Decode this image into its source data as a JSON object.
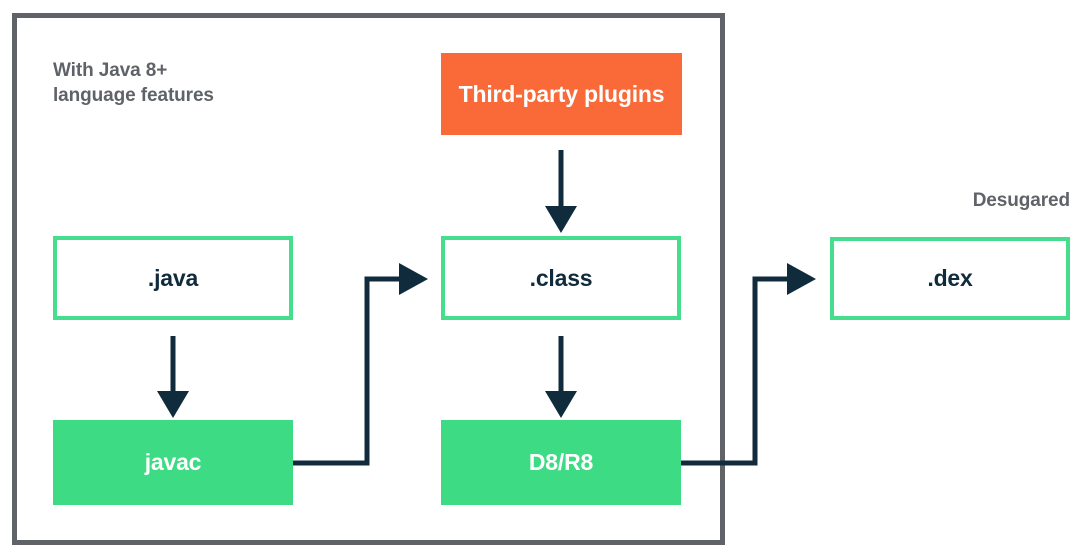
{
  "diagram": {
    "title_caption": "With Java 8+\nlanguage features",
    "side_caption": "Desugared",
    "colors": {
      "group_border": "#5F6368",
      "outline_node_border": "#46DD8C",
      "filled_green": "#3DDC84",
      "filled_orange": "#F96A38",
      "arrow_navy": "#102B3C",
      "caption_grey": "#5F6368",
      "node_text_dark": "#102B3C",
      "node_text_light": "#FFFFFF"
    },
    "nodes": {
      "plugins": "Third-party plugins",
      "java": ".java",
      "javac": "javac",
      "class": ".class",
      "d8r8": "D8/R8",
      "dex": ".dex"
    },
    "edges": [
      {
        "name": "plugins-to-class",
        "from": "Third-party plugins",
        "to": ".class",
        "style": "straight-down"
      },
      {
        "name": "java-to-javac",
        "from": ".java",
        "to": "javac",
        "style": "straight-down"
      },
      {
        "name": "javac-to-class",
        "from": "javac",
        "to": ".class",
        "style": "elbow-up-right"
      },
      {
        "name": "class-to-d8r8",
        "from": ".class",
        "to": "D8/R8",
        "style": "straight-down"
      },
      {
        "name": "d8r8-to-dex",
        "from": "D8/R8",
        "to": ".dex",
        "style": "elbow-up-right"
      }
    ]
  }
}
